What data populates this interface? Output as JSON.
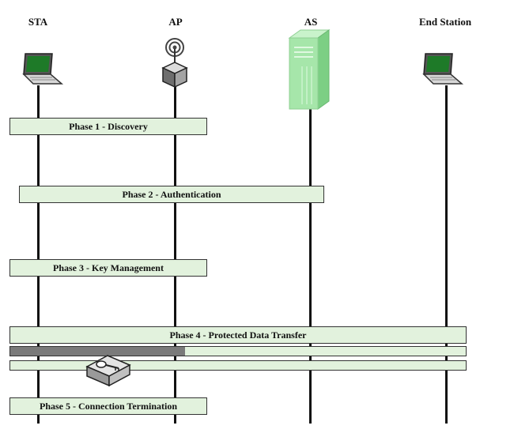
{
  "entities": {
    "sta": "STA",
    "ap": "AP",
    "as": "AS",
    "end_station": "End Station"
  },
  "phases": {
    "p1": "Phase 1 - Discovery",
    "p2": "Phase 2 - Authentication",
    "p3": "Phase 3 - Key Management",
    "p4": "Phase 4 - Protected Data Transfer",
    "p5": "Phase 5 - Connection Termination"
  },
  "icons": {
    "sta": "laptop-icon",
    "ap": "access-point-icon",
    "as": "server-icon",
    "end_station": "laptop-icon",
    "key": "key-lock-icon"
  },
  "colors": {
    "phase_fill": "#e2f2dd",
    "protected_channel_dark": "#7a7a7a",
    "server_green": "#9fe0a4"
  }
}
